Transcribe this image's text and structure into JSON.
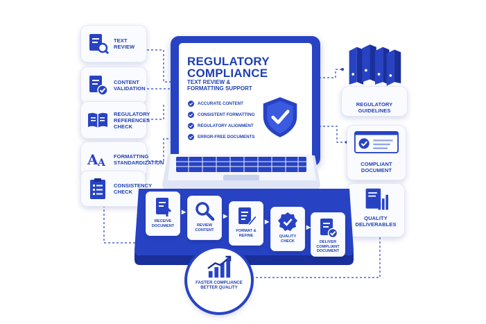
{
  "left_cards": [
    {
      "label": "TEXT\nREVIEW",
      "icon": "document-search-icon"
    },
    {
      "label": "CONTENT\nVALIDATION",
      "icon": "document-check-icon"
    },
    {
      "label": "REGULATORY\nREFERENCES\nCHECK",
      "icon": "open-book-icon"
    },
    {
      "label": "FORMATTING\nSTANDARDIZATION",
      "icon": "font-aa-icon"
    },
    {
      "label": "CONSISTENCY\nCHECK",
      "icon": "clipboard-checklist-icon"
    }
  ],
  "screen": {
    "title": "REGULATORY\nCOMPLIANCE",
    "subtitle": "TEXT REVIEW &\nFORMATTING SUPPORT",
    "checks": [
      "ACCURATE CONTENT",
      "CONSISTENT FORMATTING",
      "REGULATORY ALIGNMENT",
      "ERROR-FREE DOCUMENTS"
    ],
    "icon": "shield-check-icon"
  },
  "right_cards": [
    {
      "label": "REGULATORY\nGUIDELINES",
      "icon": "binders-icon"
    },
    {
      "label": "COMPLIANT\nDOCUMENT",
      "icon": "check-document-icon"
    },
    {
      "label": "QUALITY\nDELIVERABLES",
      "icon": "document-chart-icon"
    }
  ],
  "steps": [
    {
      "label": "RECEIVE\nDOCUMENT",
      "icon": "document-upload-icon"
    },
    {
      "label": "REVIEW\nCONTENT",
      "icon": "magnifier-icon"
    },
    {
      "label": "FORMAT &\nREFINE",
      "icon": "document-edit-icon"
    },
    {
      "label": "QUALITY\nCHECK",
      "icon": "badge-check-icon"
    },
    {
      "label": "DELIVER\nCOMPLIANT\nDOCUMENT",
      "icon": "document-check-icon"
    }
  ],
  "badge": {
    "label": "FASTER COMPLIANCE\nBETTER QUALITY",
    "icon": "growth-chart-icon"
  },
  "colors": {
    "primary": "#2743c4",
    "text": "#1f3fb3",
    "light": "#eef2ff"
  }
}
